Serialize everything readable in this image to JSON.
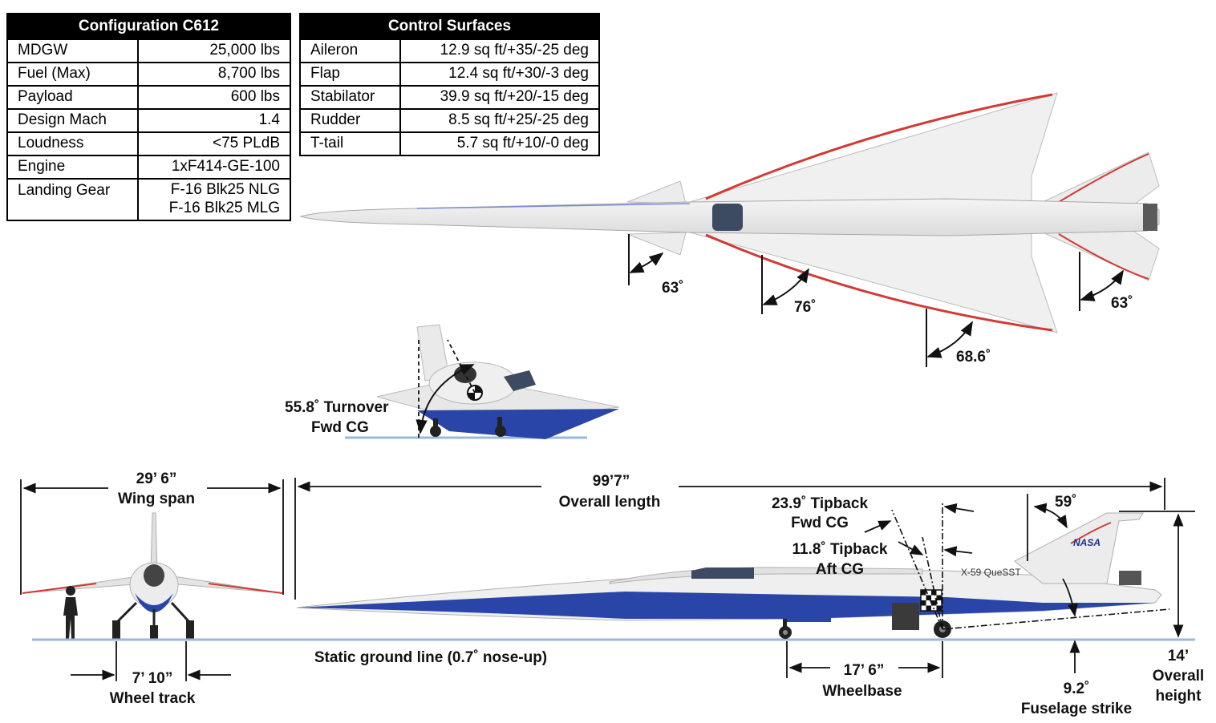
{
  "config_table": {
    "title": "Configuration C612",
    "rows": [
      {
        "label": "MDGW",
        "value": "25,000 lbs"
      },
      {
        "label": "Fuel (Max)",
        "value": "8,700 lbs"
      },
      {
        "label": "Payload",
        "value": "600 lbs"
      },
      {
        "label": "Design Mach",
        "value": "1.4"
      },
      {
        "label": "Loudness",
        "value": "<75 PLdB"
      },
      {
        "label": "Engine",
        "value": "1xF414-GE-100"
      },
      {
        "label": "Landing Gear",
        "value": "F-16 Blk25 NLG",
        "value2": "F-16 Blk25 MLG"
      }
    ]
  },
  "control_table": {
    "title": "Control Surfaces",
    "rows": [
      {
        "label": "Aileron",
        "value": "12.9 sq ft/+35/-25 deg"
      },
      {
        "label": "Flap",
        "value": "12.4 sq ft/+30/-3 deg"
      },
      {
        "label": "Stabilator",
        "value": "39.9 sq ft/+20/-15 deg"
      },
      {
        "label": "Rudder",
        "value": "8.5 sq ft/+25/-25 deg"
      },
      {
        "label": "T-tail",
        "value": "5.7 sq ft/+10/-0 deg"
      }
    ]
  },
  "top_view": {
    "sweep_canard": "63˚",
    "sweep_wing_inner": "76˚",
    "sweep_wing_outer": "68.6˚",
    "sweep_tail": "63˚"
  },
  "turnover": {
    "line1": "55.8˚ Turnover",
    "line2": "Fwd CG"
  },
  "front_view": {
    "span_value": "29’ 6”",
    "span_label": "Wing span",
    "track_value": "7’ 10”",
    "track_label": "Wheel track"
  },
  "side_view": {
    "length_value": "99’7”",
    "length_label": "Overall length",
    "tipback_fwd_1": "23.9˚ Tipback",
    "tipback_fwd_2": "Fwd CG",
    "tipback_aft_1": "11.8˚ Tipback",
    "tipback_aft_2": "Aft CG",
    "tail_angle": "59˚",
    "tail_text_nasa": "NASA",
    "tail_text_name": "X-59 QueSST",
    "ground_line": "Static ground line (0.7˚ nose-up)",
    "wheelbase_value": "17’ 6”",
    "wheelbase_label": "Wheelbase",
    "strike_value": "9.2˚",
    "strike_label": "Fuselage strike",
    "height_value": "14’",
    "height_label_1": "Overall",
    "height_label_2": "height"
  },
  "colors": {
    "fuselage_blue": "#2a45a8",
    "stripe_red": "#d23a33",
    "ground_blue": "#9bb8da"
  }
}
